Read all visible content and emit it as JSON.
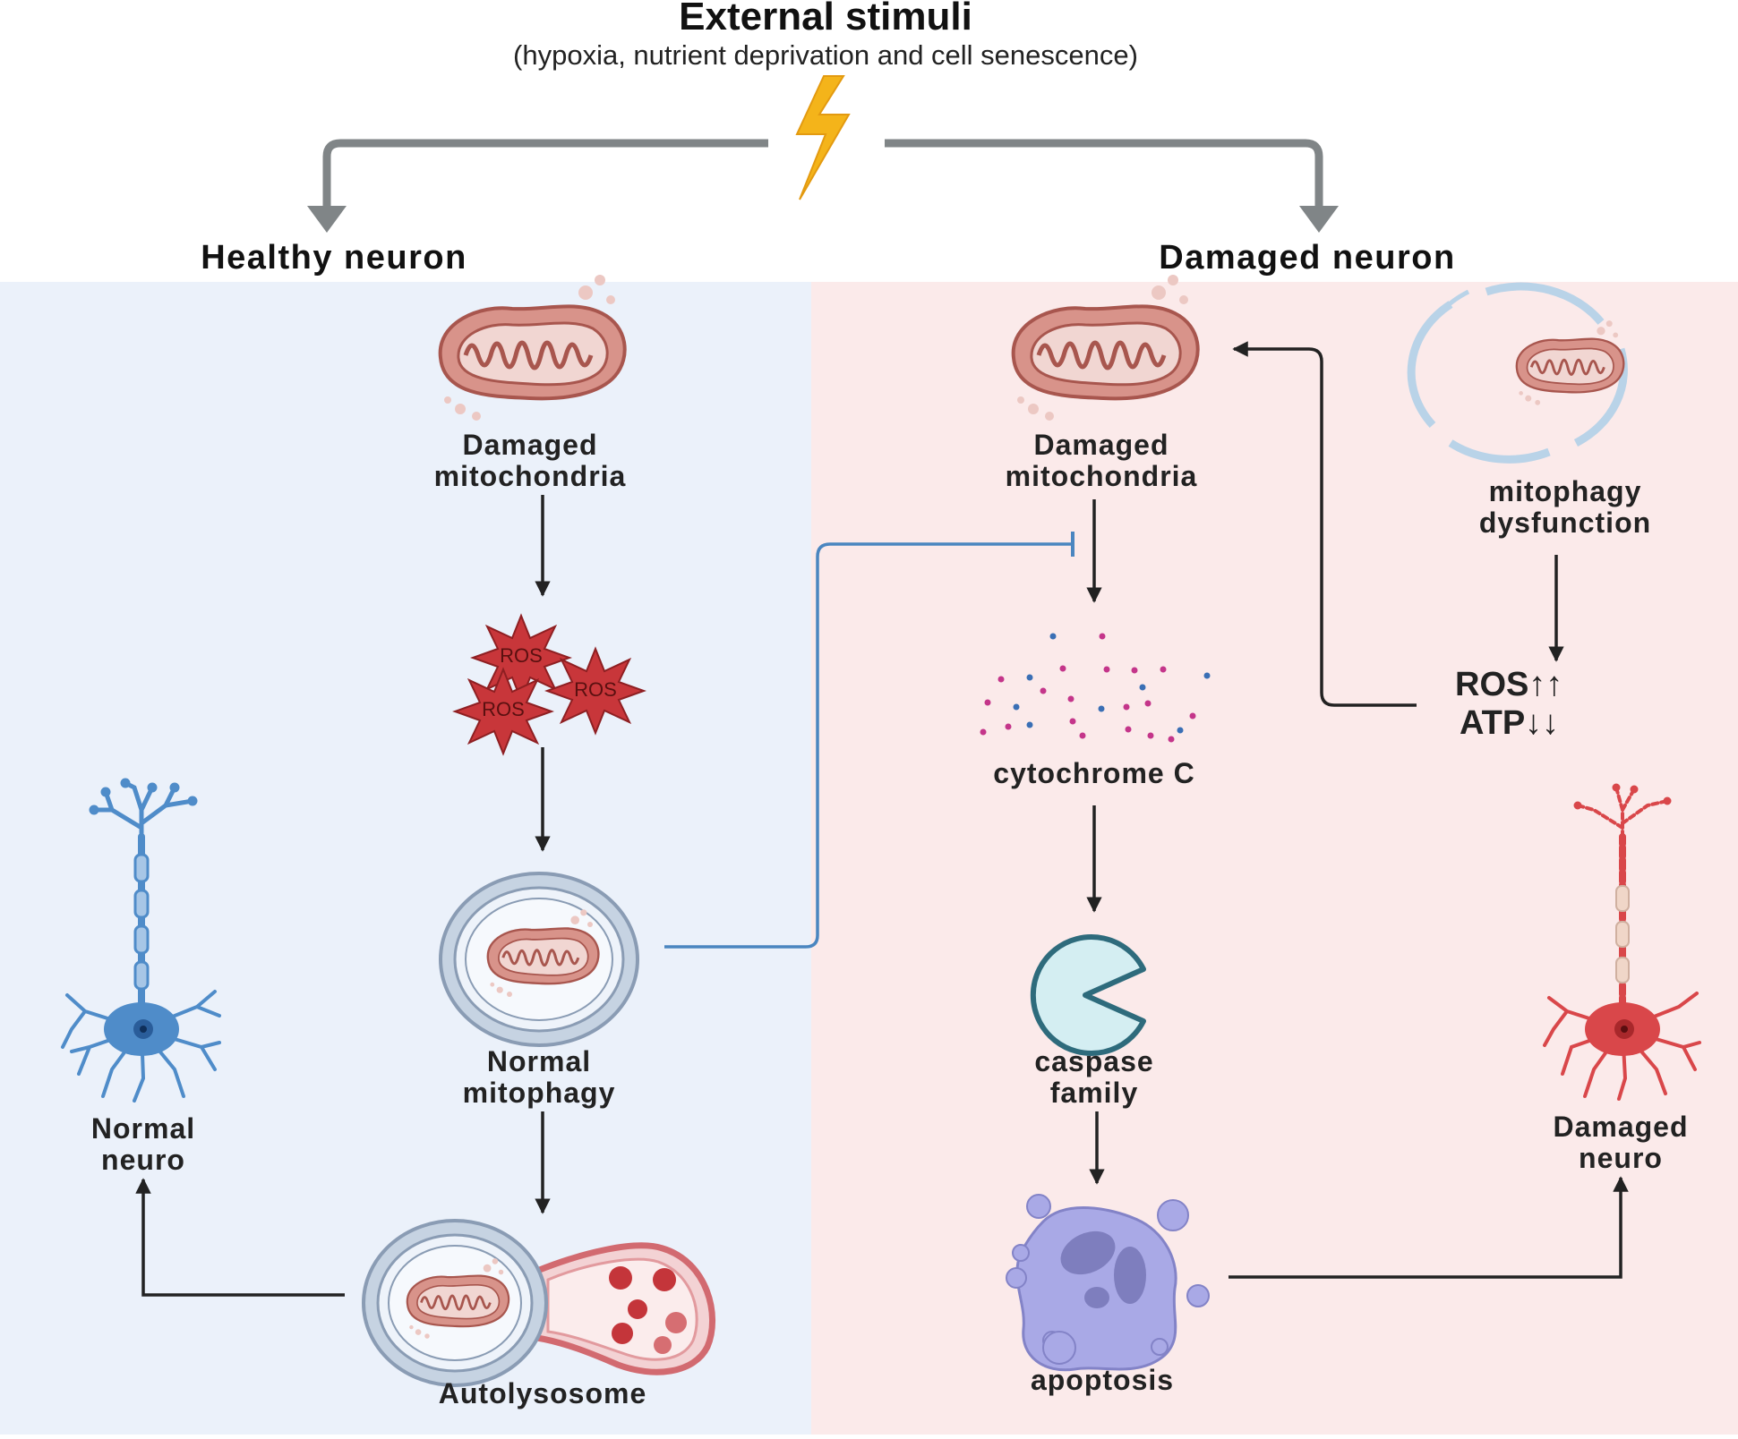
{
  "title": "External stimuli",
  "subtitle": "(hypoxia, nutrient deprivation and cell senescence)",
  "branches": {
    "healthy": "Healthy neuron",
    "damaged": "Damaged neuron"
  },
  "healthy_panel": {
    "damaged_mitochondria": [
      "Damaged",
      "mitochondria"
    ],
    "ros_labels": [
      "ROS",
      "ROS",
      "ROS"
    ],
    "normal_mitophagy": [
      "Normal",
      "mitophagy"
    ],
    "autolysosome": "Autolysosome",
    "normal_neuro": [
      "Normal",
      "neuro"
    ]
  },
  "damaged_panel": {
    "damaged_mitochondria": [
      "Damaged",
      "mitochondria"
    ],
    "mitophagy_dysfunction": [
      "mitophagy",
      "dysfunction"
    ],
    "ros_level": "ROS↑↑",
    "atp_level": "ATP↓↓",
    "cytochrome_c": "cytochrome C",
    "caspase_family": [
      "caspase",
      "family"
    ],
    "apoptosis": "apoptosis",
    "damaged_neuro": [
      "Damaged",
      "neuro"
    ]
  },
  "icons": [
    "lightning-bolt-icon",
    "mitochondrion-icon",
    "ros-burst-icon",
    "autophagosome-icon",
    "autolysosome-icon",
    "neuron-icon",
    "cytochrome-particles-icon",
    "caspase-icon",
    "apoptotic-cell-icon"
  ],
  "colors": {
    "healthy_bg": "#ebf1fa",
    "damaged_bg": "#fbeaea",
    "bolt": "#f4b41a",
    "connector_gray": "#808587",
    "inhibition_line": "#4a86c0",
    "mito_fill": "#d8938a",
    "ros_red": "#c8363a",
    "neuron_blue": "#4f8cc9",
    "neuron_red": "#d9474a",
    "caspase_fill": "#d4eef2",
    "apoptosis_purple": "#a9a9e6"
  }
}
